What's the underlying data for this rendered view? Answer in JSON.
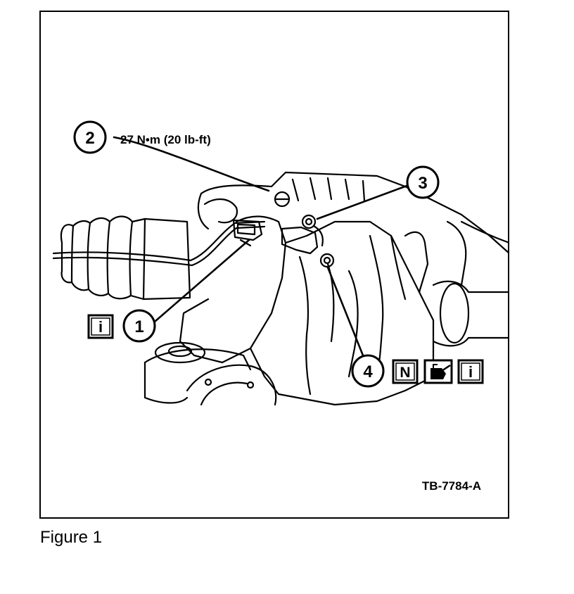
{
  "callouts": [
    {
      "number": "1"
    },
    {
      "number": "2",
      "spec": "27 N•m (20 lb-ft)"
    },
    {
      "number": "3"
    },
    {
      "number": "4"
    }
  ],
  "symbols": {
    "info_1": "i",
    "new_part_4": "N",
    "info_4": "i",
    "oil_can_4": "oil-can-icon"
  },
  "drawing_id": "TB-7784-A",
  "caption": "Figure 1"
}
